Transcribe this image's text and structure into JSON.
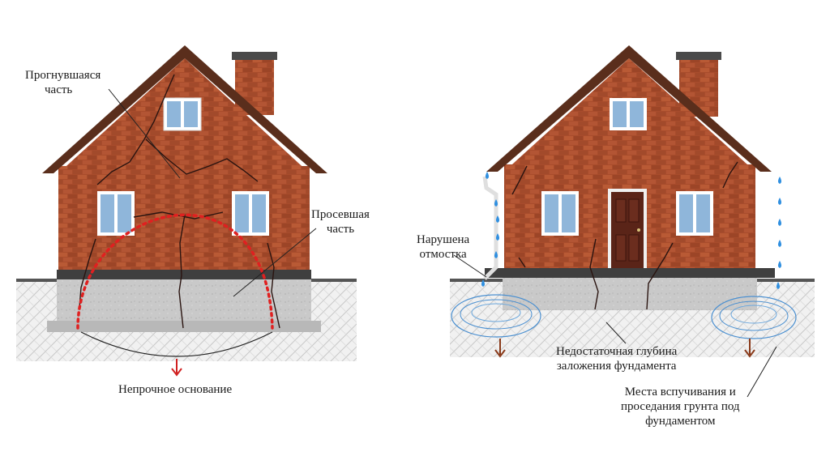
{
  "left_house": {
    "bent_part_label": [
      "Прогнувшаяся",
      "часть"
    ],
    "settled_part_label": [
      "Просевшая",
      "часть"
    ],
    "weak_base_label": "Непрочное основание"
  },
  "right_house": {
    "blind_area_label": [
      "Нарушена",
      "отмостка"
    ],
    "depth_label": [
      "Недостаточная глубина",
      "заложения фундамента"
    ],
    "heaving_label": [
      "Места вспучивания и",
      "проседания грунта под",
      "фундаментом"
    ]
  },
  "colors": {
    "brick": "#a84c2c",
    "roof": "#5a2e1c",
    "concrete": "#c9c9c9",
    "water": "#2f8fe0",
    "dashed_arc": "#e02020",
    "arrow": "#8a3a1a"
  }
}
